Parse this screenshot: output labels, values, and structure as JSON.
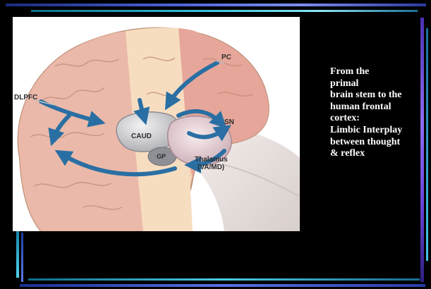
{
  "diagram": {
    "labels": {
      "dlpfc": "DLPFC",
      "pc": "PC",
      "sn": "SN",
      "caud": "CAUD",
      "gp": "GP",
      "thalamus_line1": "Thalamus",
      "thalamus_line2": "(VA/MD)"
    }
  },
  "caption": {
    "text": "From  the\nprimal\nbrain stem to the\nhuman  frontal\ncortex:\nLimbic Interplay\nbetween thought\n& reflex"
  },
  "colors": {
    "background": "#000000",
    "arrow": "#2a6fa3",
    "cortex_pink": "#e8a99a",
    "cortex_peach": "#f3d2b4"
  }
}
